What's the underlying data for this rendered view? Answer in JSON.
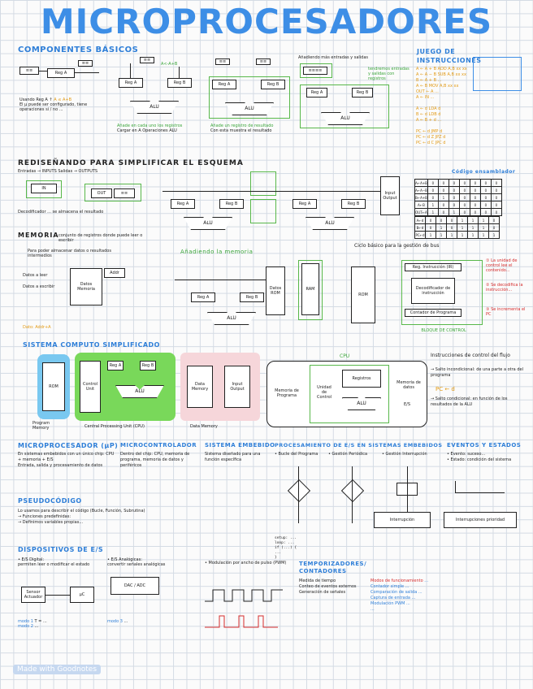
{
  "title": "MICROPROCESADORES",
  "sections": {
    "componentes": "COMPONENTES BÁSICOS",
    "rediseno": "REDISEÑANDO PARA SIMPLIFICAR EL ESQUEMA",
    "memoria": "MEMORIA",
    "memoria_note": "conjunto de registros donde puede leer o escribir",
    "anadiendo": "Añadiendo la memoria",
    "sistema": "SISTEMA COMPUTO SIMPLIFICADO",
    "juego": "JUEGO DE INSTRUCCIONES",
    "codigo": "Código ensamblador",
    "microprocesador": "MICROPROCESADOR (µP)",
    "microcontrolador": "MICROCONTROLADOR",
    "sistema_embebido": "SISTEMA EMBEBIDO",
    "procesamiento": "PROCESAMIENTO DE E/S EN SISTEMAS EMBEBIDOS",
    "eventos": "EVENTOS Y ESTADOS",
    "pseudocodigo": "PSEUDOCÓDIGO",
    "dispositivos": "DISPOSITIVOS DE E/S",
    "temporizadores": "TEMPORIZADORES/ CONTADORES",
    "ciclo_basico": "Ciclo básico para la gestión de bus",
    "instrucciones_control": "Instrucciones de control del flujo",
    "pc": "PC ← d"
  },
  "diagram_labels": {
    "reg_a": "Reg A",
    "reg_b": "Reg B",
    "alu": "ALU",
    "rom": "ROM",
    "ram": "RAM",
    "cpu": "CPU",
    "program_memory": "Program Memory",
    "central_processing_unit": "Central Processing Unit (CPU)",
    "data_memory": "Data Memory",
    "unidad_control": "Unidad de Control",
    "registros": "Registros",
    "memoria_programa": "Memoria de Programa",
    "memoria_datos": "Memoria de datos",
    "es": "E/S",
    "bloque_control": "BLOQUE DE CONTROL",
    "decodificador": "Decodificador de instrucción",
    "reg_instruccion": "Reg. Instrucción (IR)"
  },
  "footer": {
    "watermark": "Made with Goodnotes"
  }
}
